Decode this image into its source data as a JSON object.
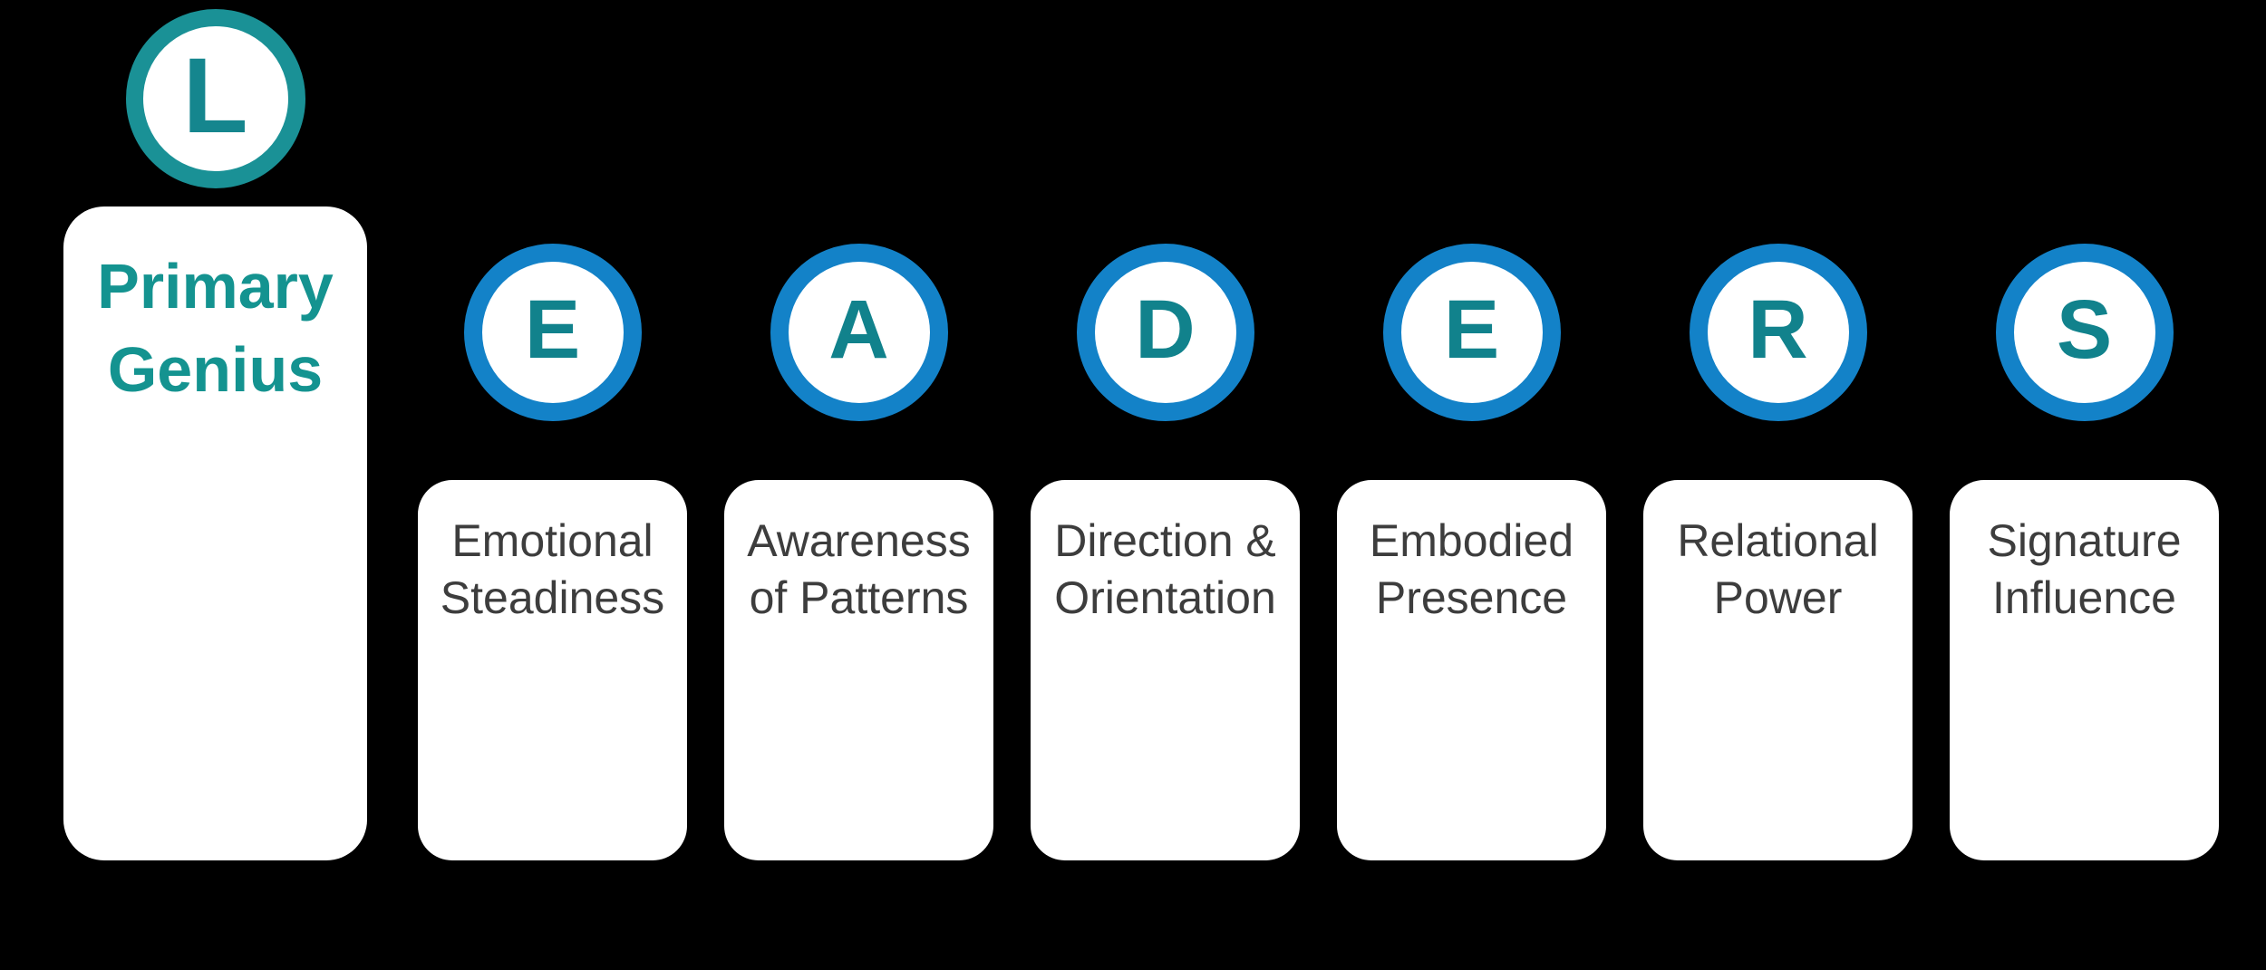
{
  "diagram": {
    "primary": {
      "letter": "L",
      "label": "Primary Genius"
    },
    "columns": [
      {
        "letter": "E",
        "label": "Emotional Steadiness"
      },
      {
        "letter": "A",
        "label": "Awareness of Patterns"
      },
      {
        "letter": "D",
        "label": "Direction & Orientation"
      },
      {
        "letter": "E",
        "label": "Embodied Presence"
      },
      {
        "letter": "R",
        "label": "Relational Power"
      },
      {
        "letter": "S",
        "label": "Signature Influence"
      }
    ],
    "colors": {
      "background": "#000000",
      "teal_ring": "#1a9196",
      "teal_letter": "#11828c",
      "teal_text": "#149390",
      "blue_ring": "#1382c8",
      "card_background": "#ffffff",
      "card_text": "#3d3d3d"
    }
  }
}
